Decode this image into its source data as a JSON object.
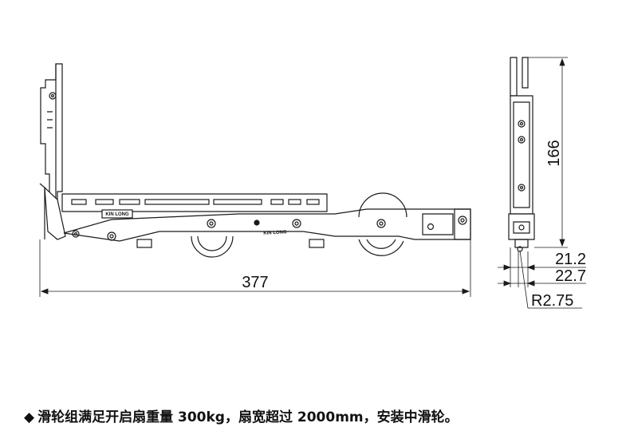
{
  "dimensions": {
    "width": "377",
    "height": "166",
    "offset_a": "21.2",
    "offset_b": "22.7",
    "radius": "R2.75"
  },
  "labels": {
    "brand_stamp": "KIN LONG",
    "model_stamp": "KIN LONG"
  },
  "caption": {
    "bullet": "◆",
    "text": "滑轮组满足开启扇重量 300kg，扇宽超过 2000mm，安装中滑轮。"
  },
  "colors": {
    "line": "#1a1a1a",
    "fill": "#ffffff"
  }
}
